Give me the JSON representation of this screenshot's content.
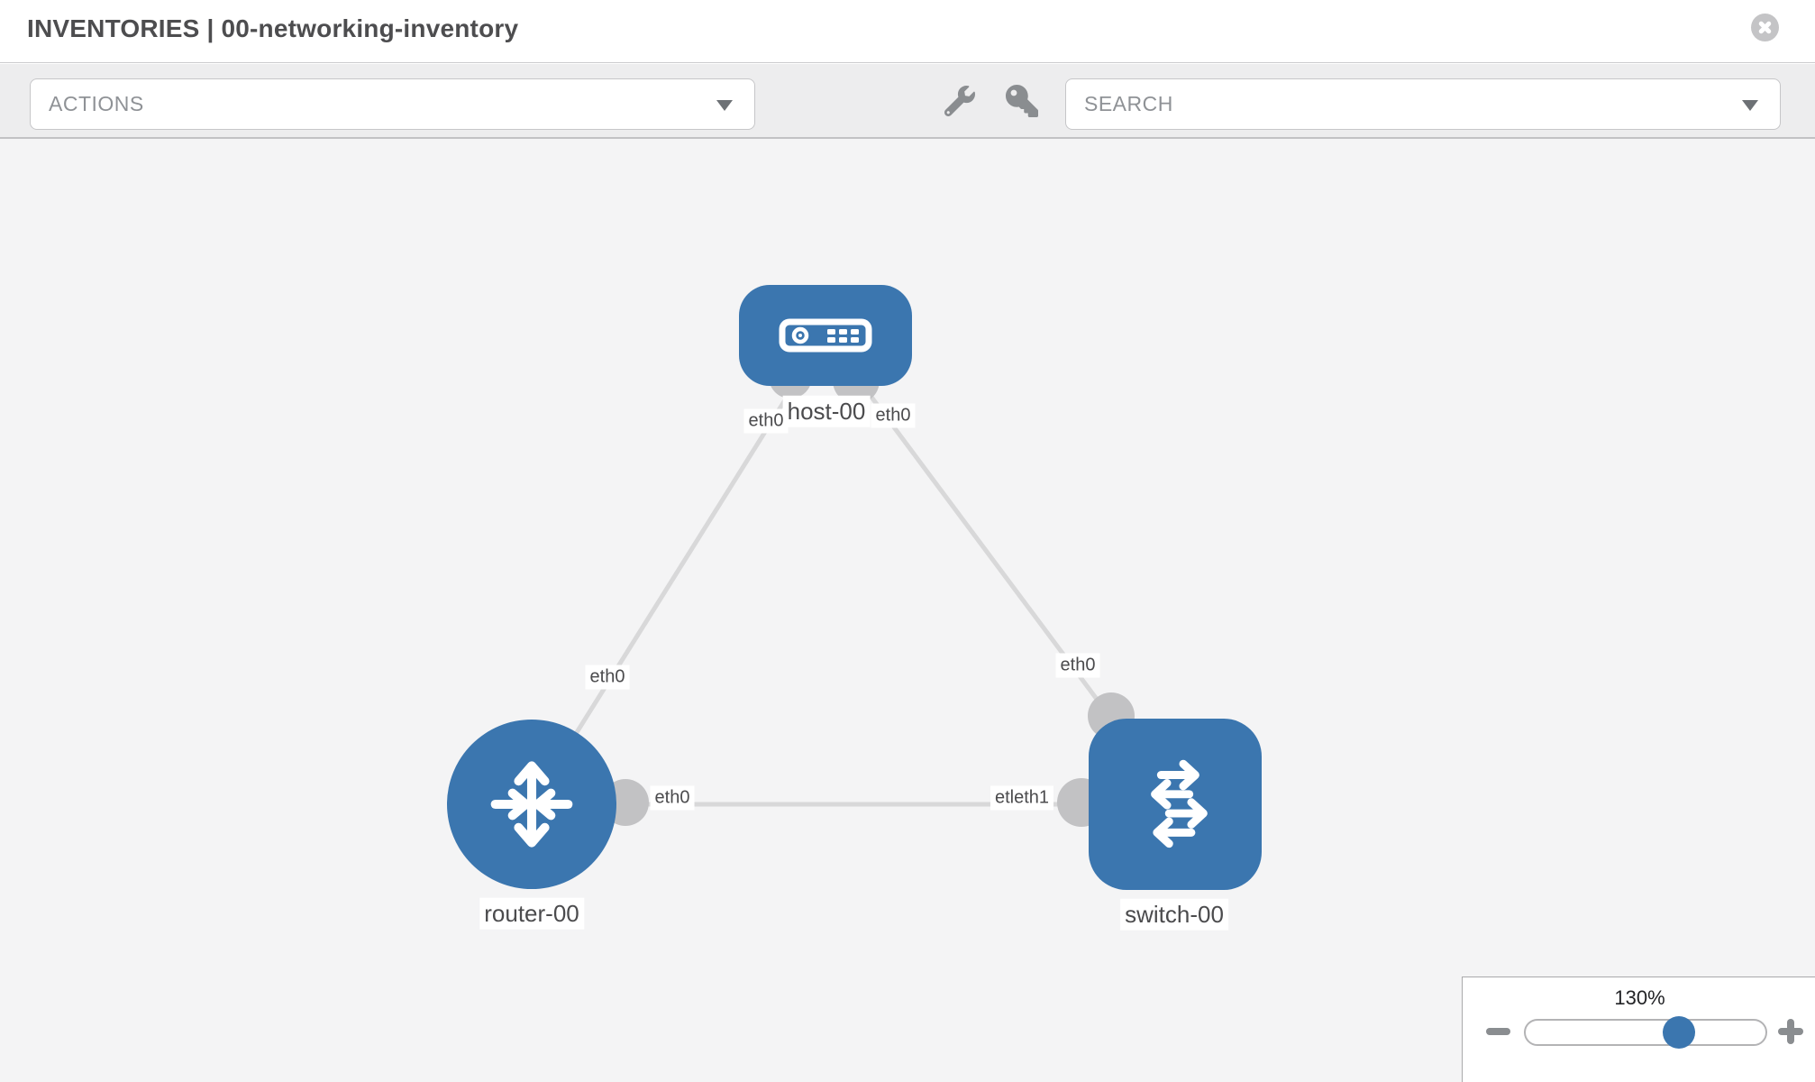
{
  "header": {
    "title": "INVENTORIES | 00-networking-inventory"
  },
  "toolbar": {
    "actions_label": "ACTIONS",
    "search_label": "SEARCH"
  },
  "topology": {
    "nodes": [
      {
        "id": "host-00",
        "type": "host",
        "label": "host-00"
      },
      {
        "id": "router-00",
        "type": "router",
        "label": "router-00"
      },
      {
        "id": "switch-00",
        "type": "switch",
        "label": "switch-00"
      }
    ],
    "links": [
      {
        "id": "host-router",
        "from": "host-00",
        "to": "router-00",
        "host_end_label": "eth0",
        "mid_label": "eth0"
      },
      {
        "id": "host-switch",
        "from": "host-00",
        "to": "switch-00",
        "host_end_label": "eth0",
        "mid_label": "eth0"
      },
      {
        "id": "router-switch",
        "from": "router-00",
        "to": "switch-00",
        "router_end_label": "eth0",
        "switch_end_label": "etleth1"
      }
    ]
  },
  "zoom_control": {
    "level": "130%"
  },
  "icons": {
    "header": [
      "close-icon"
    ],
    "toolbar": [
      "wrench-icon",
      "key-icon",
      "chevron-down-icon"
    ],
    "zoom": [
      "minus-icon",
      "plus-icon"
    ],
    "nodes": [
      "host-device-icon",
      "router-arrows-icon",
      "switch-arrows-icon"
    ]
  },
  "colors": {
    "node_blue": "#3b76af",
    "link_gray": "#d8d8d9",
    "connector_gray": "#c2c2c4",
    "canvas_bg": "#f4f4f5",
    "toolbar_bg": "#ededee"
  }
}
